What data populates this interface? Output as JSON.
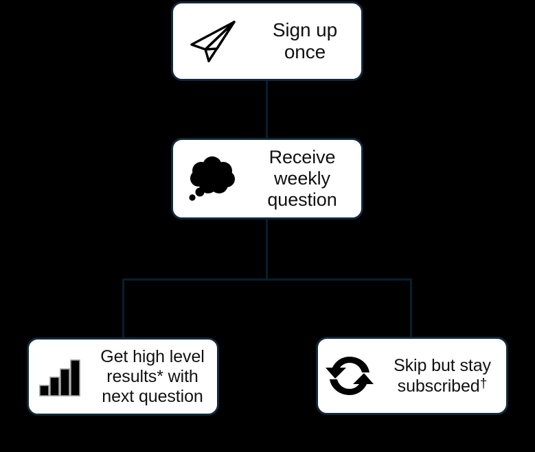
{
  "diagram": {
    "type": "flowchart",
    "orientation": "vertical-then-branching",
    "background_color": "#000000",
    "node_fill_color": "#ffffff",
    "node_border_color": "#11293a",
    "text_color": "#111111",
    "nodes": [
      {
        "id": "signup",
        "label": "Sign up\nonce",
        "icon": "paper-plane-icon",
        "order": 1
      },
      {
        "id": "receive",
        "label": "Receive\nweekly\nquestion",
        "icon": "thought-bubble-icon",
        "order": 2
      },
      {
        "id": "results",
        "label": "Get high level\nresults* with\nnext question",
        "icon": "bar-chart-icon",
        "order": 3
      },
      {
        "id": "skip",
        "label_prefix": "Skip but stay\nsubscribed",
        "label_marker": "†",
        "icon": "sync-arrows-icon",
        "order": 4
      }
    ],
    "connectors": [
      {
        "from": "signup",
        "to": "receive"
      },
      {
        "from": "receive",
        "to": "results"
      },
      {
        "from": "receive",
        "to": "skip"
      }
    ]
  }
}
